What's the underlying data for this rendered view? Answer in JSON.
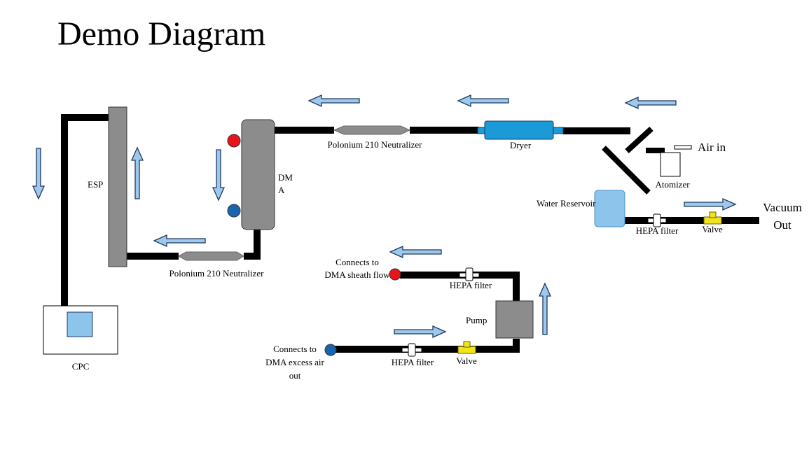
{
  "title": "Demo Diagram",
  "labels": {
    "esp": "ESP",
    "dma_line1": "DM",
    "dma_line2": "A",
    "cpc": "CPC",
    "neutralizer_top": "Polonium 210 Neutralizer",
    "neutralizer_bottom": "Polonium 210 Neutralizer",
    "dryer": "Dryer",
    "atomizer": "Atomizer",
    "air_in": "Air in",
    "water_reservoir": "Water Reservoir",
    "hepa_right": "HEPA filter",
    "valve_right": "Valve",
    "vacuum_line1": "Vacuum",
    "vacuum_line2": "Out",
    "sheath_line1": "Connects to",
    "sheath_line2": "DMA sheath flow",
    "hepa_sheath": "HEPA filter",
    "pump": "Pump",
    "excess_line1": "Connects to",
    "excess_line2": "DMA excess air",
    "excess_line3": "out",
    "hepa_excess": "HEPA filter",
    "valve_excess": "Valve"
  },
  "colors": {
    "pipe": "#000000",
    "component_gray": "#8c8c8c",
    "dryer_blue": "#1a9ad6",
    "reservoir_blue": "#8cc4ec",
    "arrow_fill": "#9ec9ea",
    "arrow_stroke": "#1f3864",
    "port_red": "#e8141c",
    "port_blue": "#1a63b0",
    "valve_yellow": "#f2e41c"
  }
}
